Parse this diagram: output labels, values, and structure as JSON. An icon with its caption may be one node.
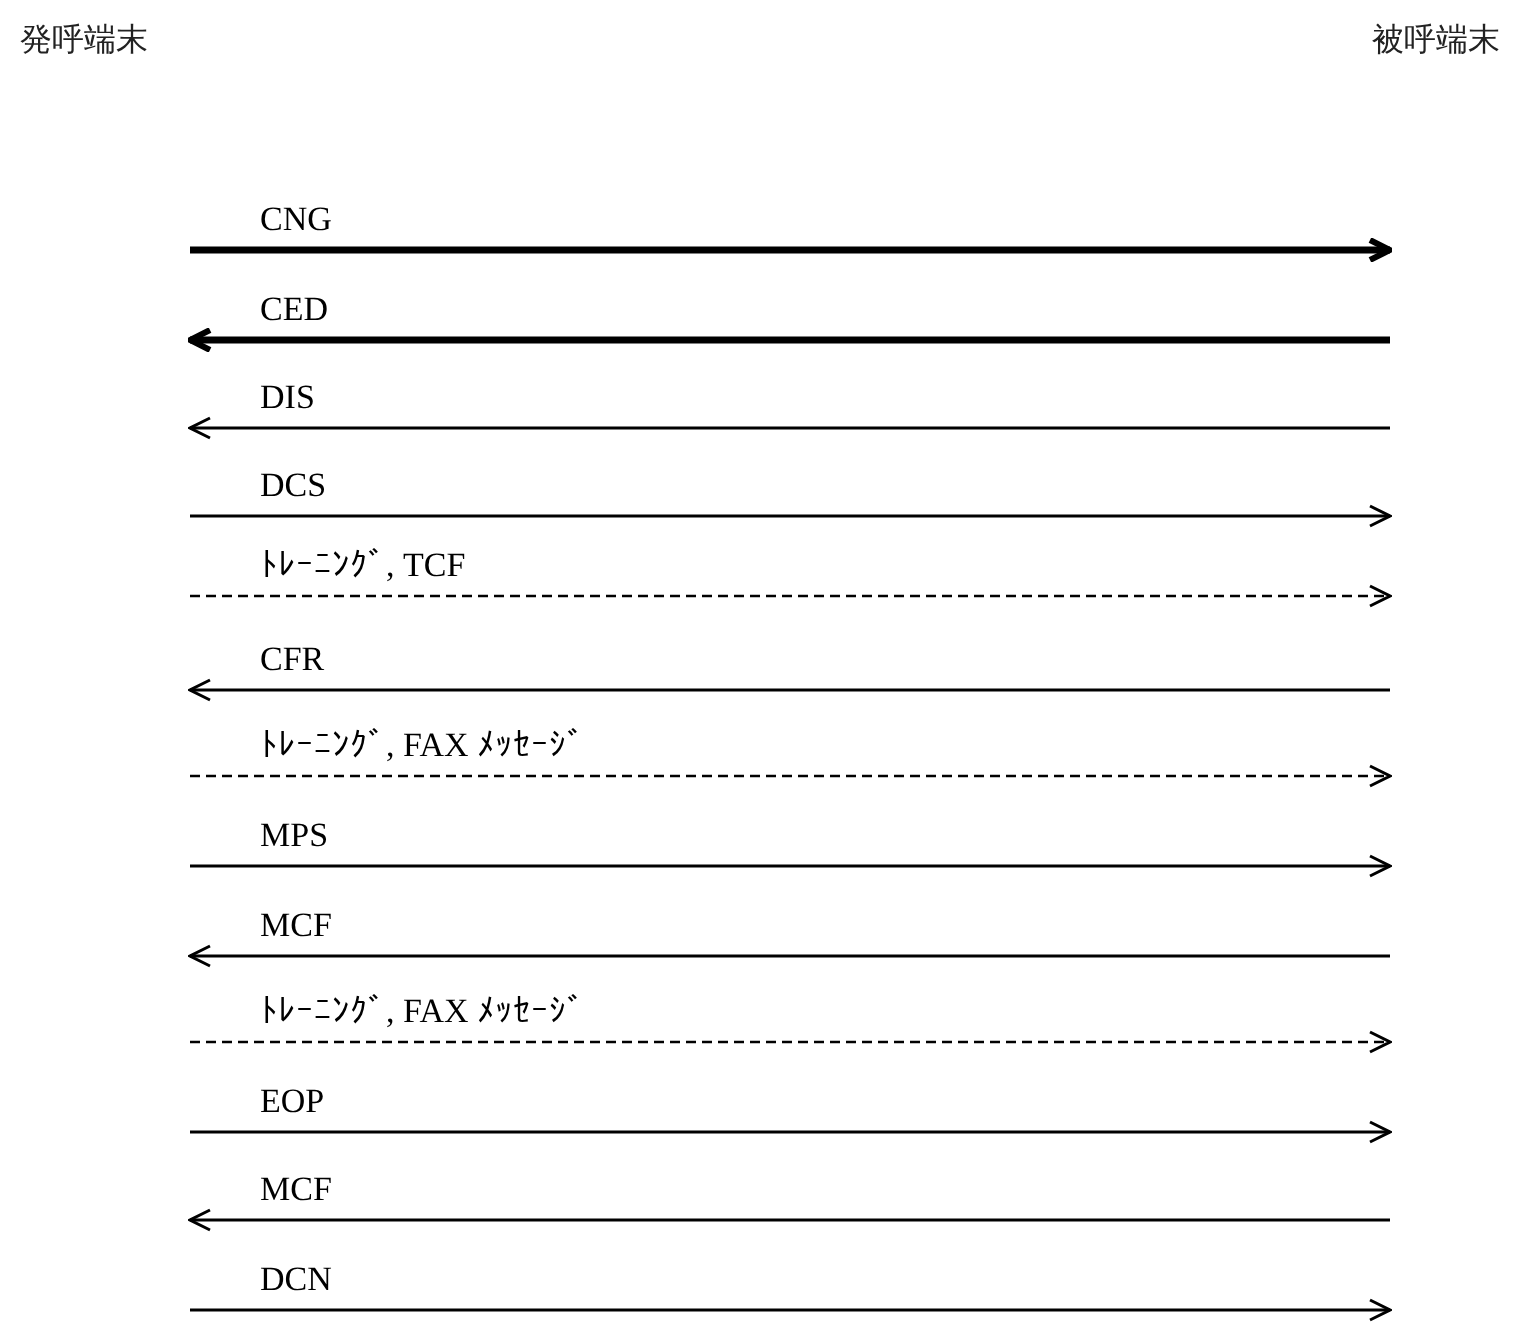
{
  "diagram": {
    "nodes": [
      {
        "text": [
          "発呼端末"
        ]
      },
      {
        "text": [
          "被呼端末"
        ]
      }
    ],
    "labels": [
      "CNG",
      "CED",
      "DIS",
      "DCS",
      "ﾄﾚｰﾆﾝｸﾞ, TCF",
      "CFR",
      "ﾄﾚｰﾆﾝｸﾞ, FAX ﾒｯｾｰｼﾞ",
      "MPS",
      "MCF",
      "ﾄﾚｰﾆﾝｸﾞ, FAX ﾒｯｾｰｼﾞ",
      "EOP",
      "MCF",
      "DCN"
    ]
  }
}
